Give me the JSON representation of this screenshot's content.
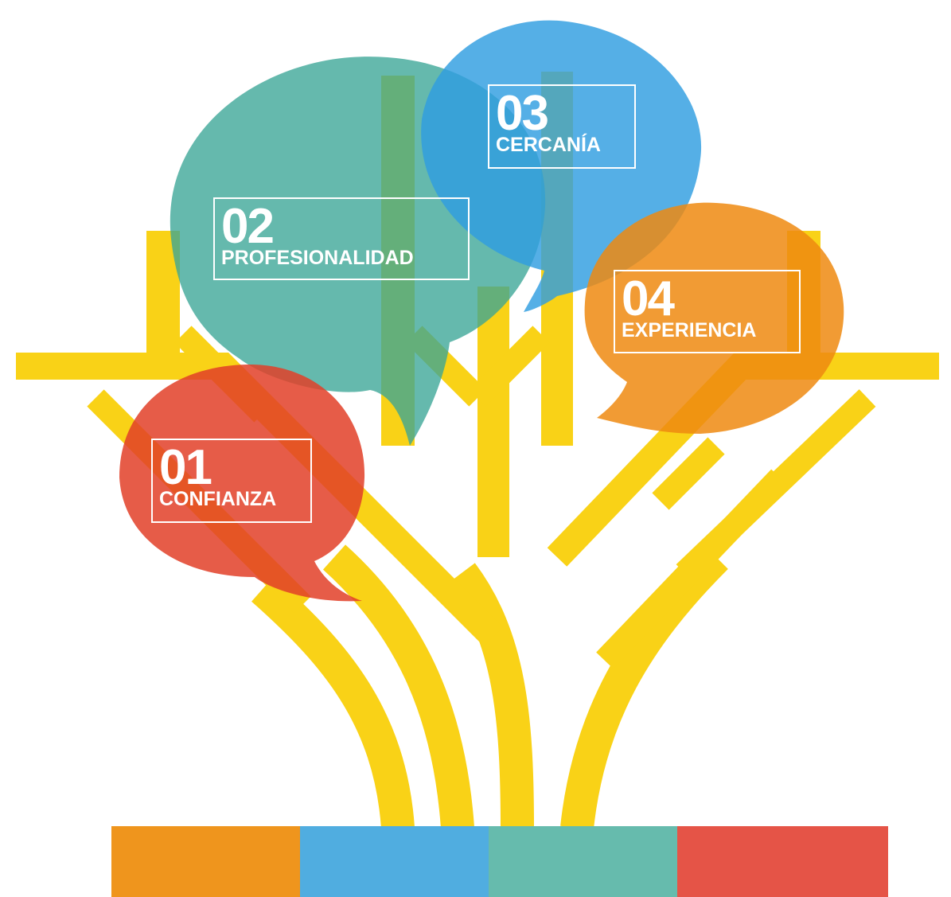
{
  "colors": {
    "tree": "#f9d217",
    "confianza": "#e23f28",
    "profesionalidad": "#3aa596",
    "cercania": "#2f9ee0",
    "experiencia": "#ef8a10",
    "stripe_orange": "#ef951d",
    "stripe_blue": "#50ade0",
    "stripe_teal": "#66bbad",
    "stripe_red": "#e55447"
  },
  "values": [
    {
      "number": "01",
      "label": "CONFIANZA"
    },
    {
      "number": "02",
      "label": "PROFESIONALIDAD"
    },
    {
      "number": "03",
      "label": "CERCANÍA"
    },
    {
      "number": "04",
      "label": "EXPERIENCIA"
    }
  ]
}
